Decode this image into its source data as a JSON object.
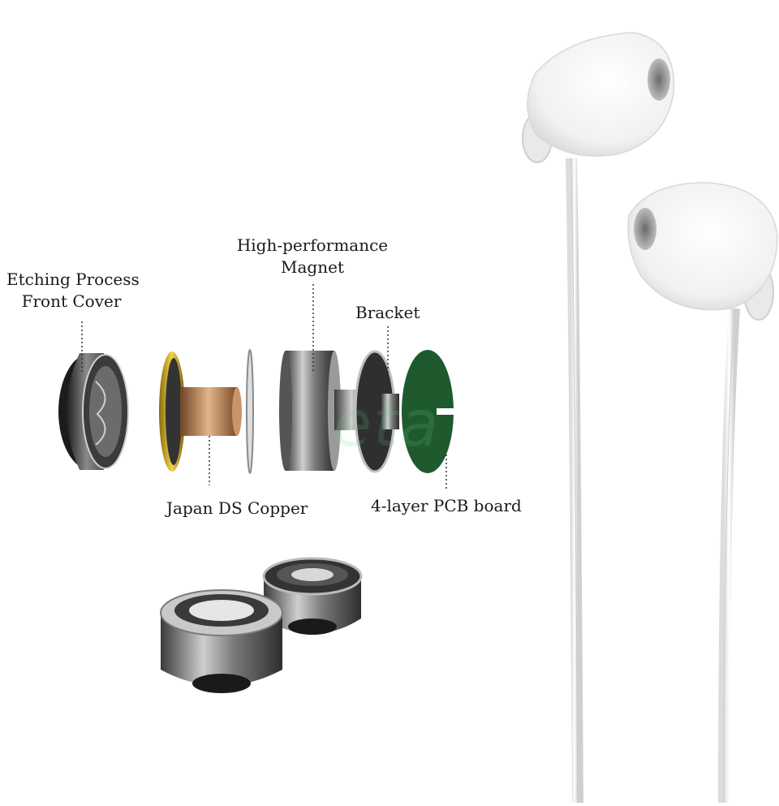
{
  "labels": {
    "front_cover": [
      "Etching Process",
      "Front Cover"
    ],
    "magnet": [
      "High-performance",
      "Magnet"
    ],
    "bracket": "Bracket",
    "copper": "Japan DS Copper",
    "pcb": "4-layer PCB board"
  },
  "watermark": "eta",
  "colors": {
    "background": "#ffffff",
    "text": "#1a1a1a",
    "pcb_green": "#1f5a2e",
    "copper": "#b07a4a",
    "gold": "#d6b52a",
    "watermark": "#6fcf8f"
  },
  "icons": [
    "front-cover-icon",
    "voice-coil-icon",
    "washer-icon",
    "magnet-icon",
    "bracket-icon",
    "pcb-board-icon",
    "driver-unit-icon",
    "earbud-icon"
  ]
}
